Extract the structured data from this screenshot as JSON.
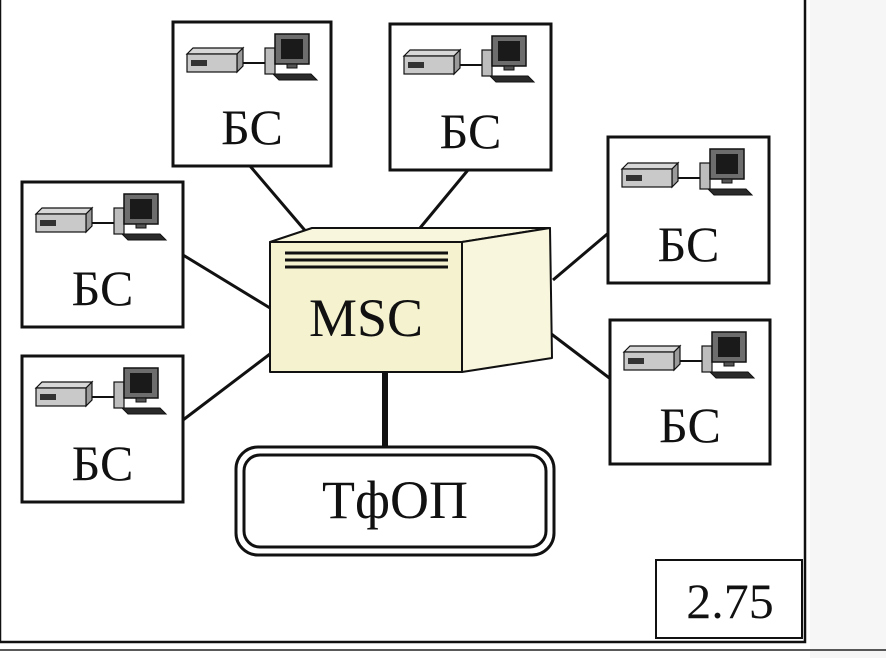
{
  "figure_number": "2.75",
  "center": {
    "label": "MSC",
    "fill_color": "#f5f3cf"
  },
  "network": {
    "label": "ТфОП"
  },
  "base_stations": [
    {
      "label": "БС"
    },
    {
      "label": "БС"
    },
    {
      "label": "БС"
    },
    {
      "label": "БС"
    },
    {
      "label": "БС"
    },
    {
      "label": "БС"
    }
  ],
  "icons": [
    "modem-icon",
    "computer-icon"
  ]
}
